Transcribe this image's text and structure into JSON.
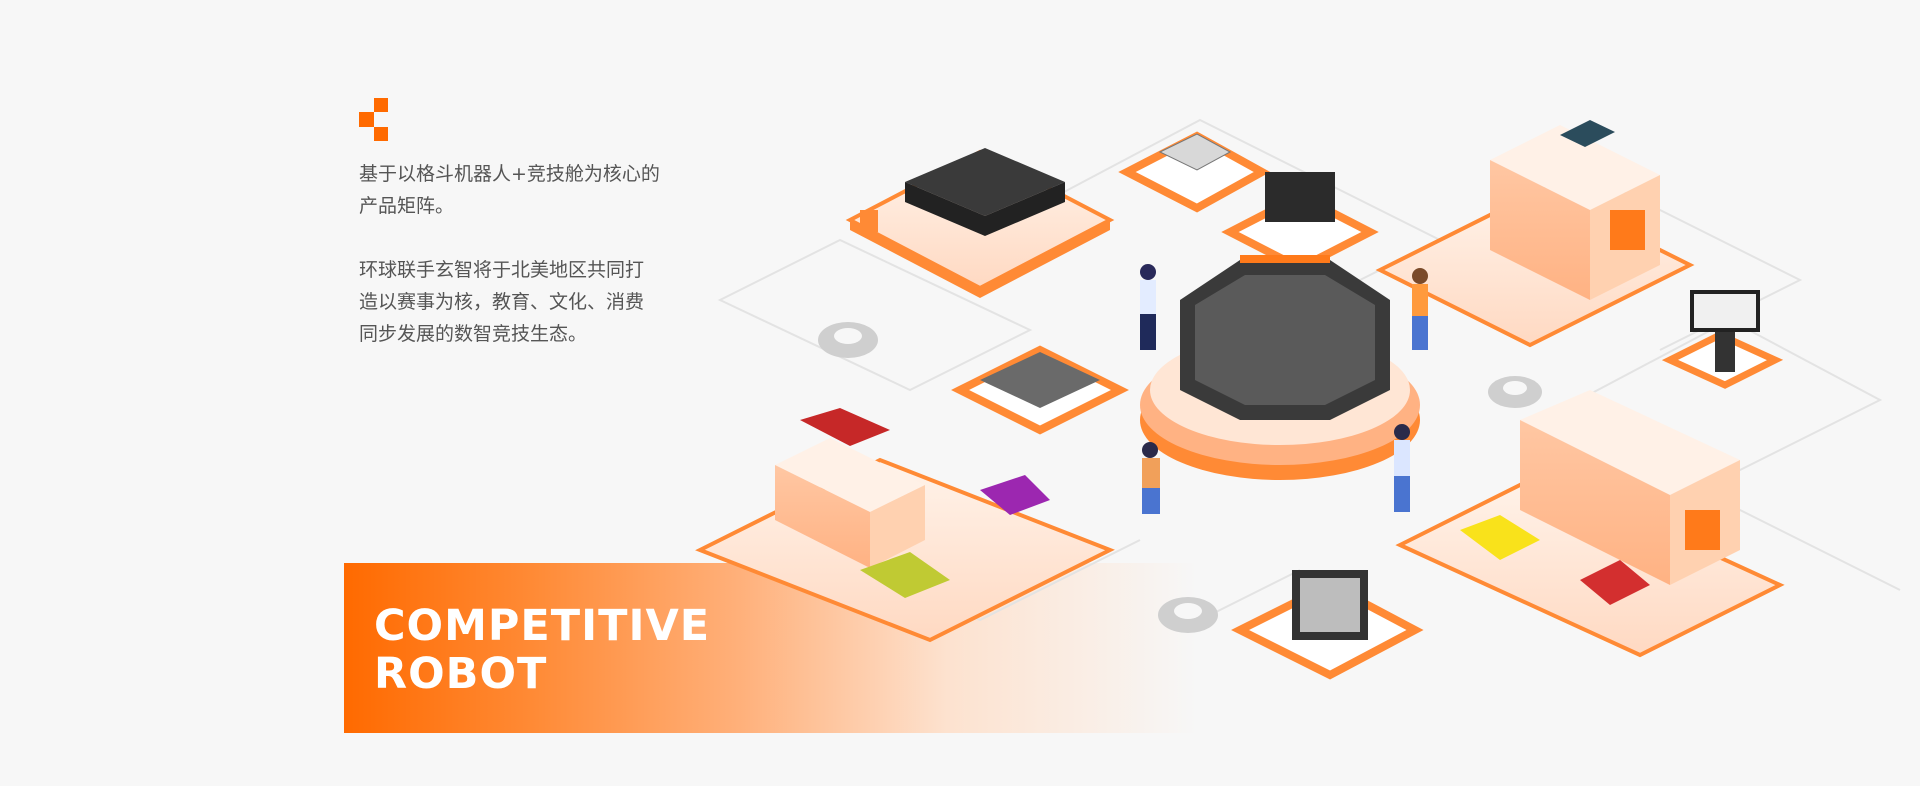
{
  "intro": {
    "paragraph1": "基于以格斗机器人+竞技舱为核心的\n产品矩阵。",
    "paragraph2": "环球联手玄智将于北美地区共同打\n造以赛事为核，教育、文化、消费\n同步发展的数智竞技生态。"
  },
  "banner": {
    "line1": "COMPETITIVE",
    "line2": "ROBOT"
  },
  "colors": {
    "accent": "#ff6a00",
    "accent_light": "#ffd9c2",
    "text": "#555555",
    "background": "#f7f7f7"
  }
}
